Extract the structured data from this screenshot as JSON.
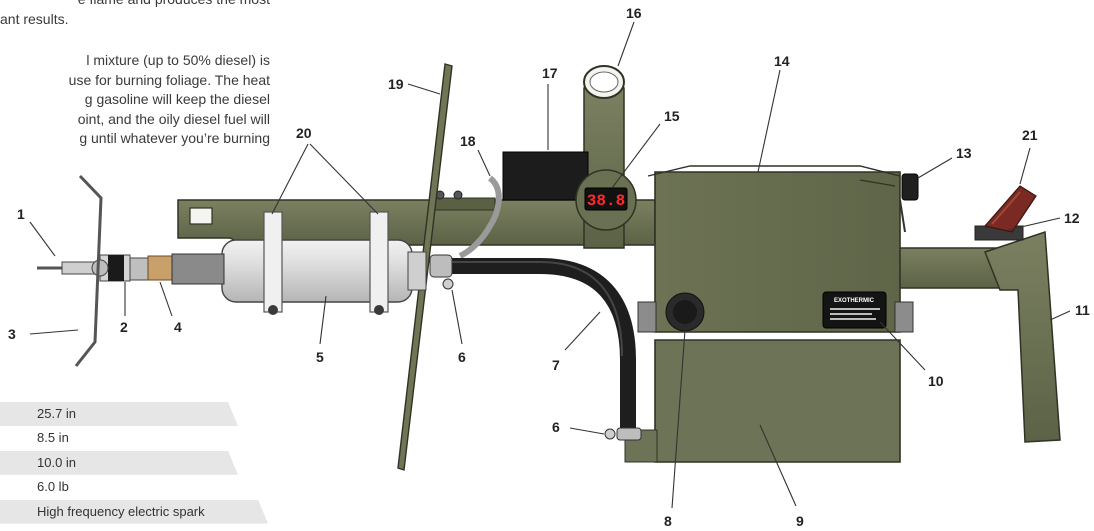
{
  "intro": {
    "lines": [
      "e flame and produces the most",
      "ant results.",
      "l mixture (up to 50% diesel) is",
      "use for burning foliage. The heat",
      "g gasoline will keep the diesel",
      "oint, and the oily diesel fuel will",
      "g until whatever you’re burning"
    ]
  },
  "specs": [
    "25.7 in",
    "8.5 in",
    "10.0 in",
    "6.0 lb",
    "High frequency electric spark"
  ],
  "display_reading": "38.8",
  "tank_label": {
    "brand": "EXOTHERMIC"
  },
  "callouts": [
    "1",
    "2",
    "3",
    "4",
    "5",
    "6",
    "6",
    "7",
    "8",
    "9",
    "10",
    "11",
    "12",
    "13",
    "14",
    "15",
    "16",
    "17",
    "18",
    "19",
    "20",
    "21"
  ],
  "colors": {
    "olive": "#6b7151",
    "olive_dark": "#4b5038",
    "olive_light": "#868c6a",
    "hose": "#2a2a2a",
    "cylinder": "#d9d9d9",
    "display_red": "#ff2a2a",
    "switch_red": "#7a2a22"
  }
}
